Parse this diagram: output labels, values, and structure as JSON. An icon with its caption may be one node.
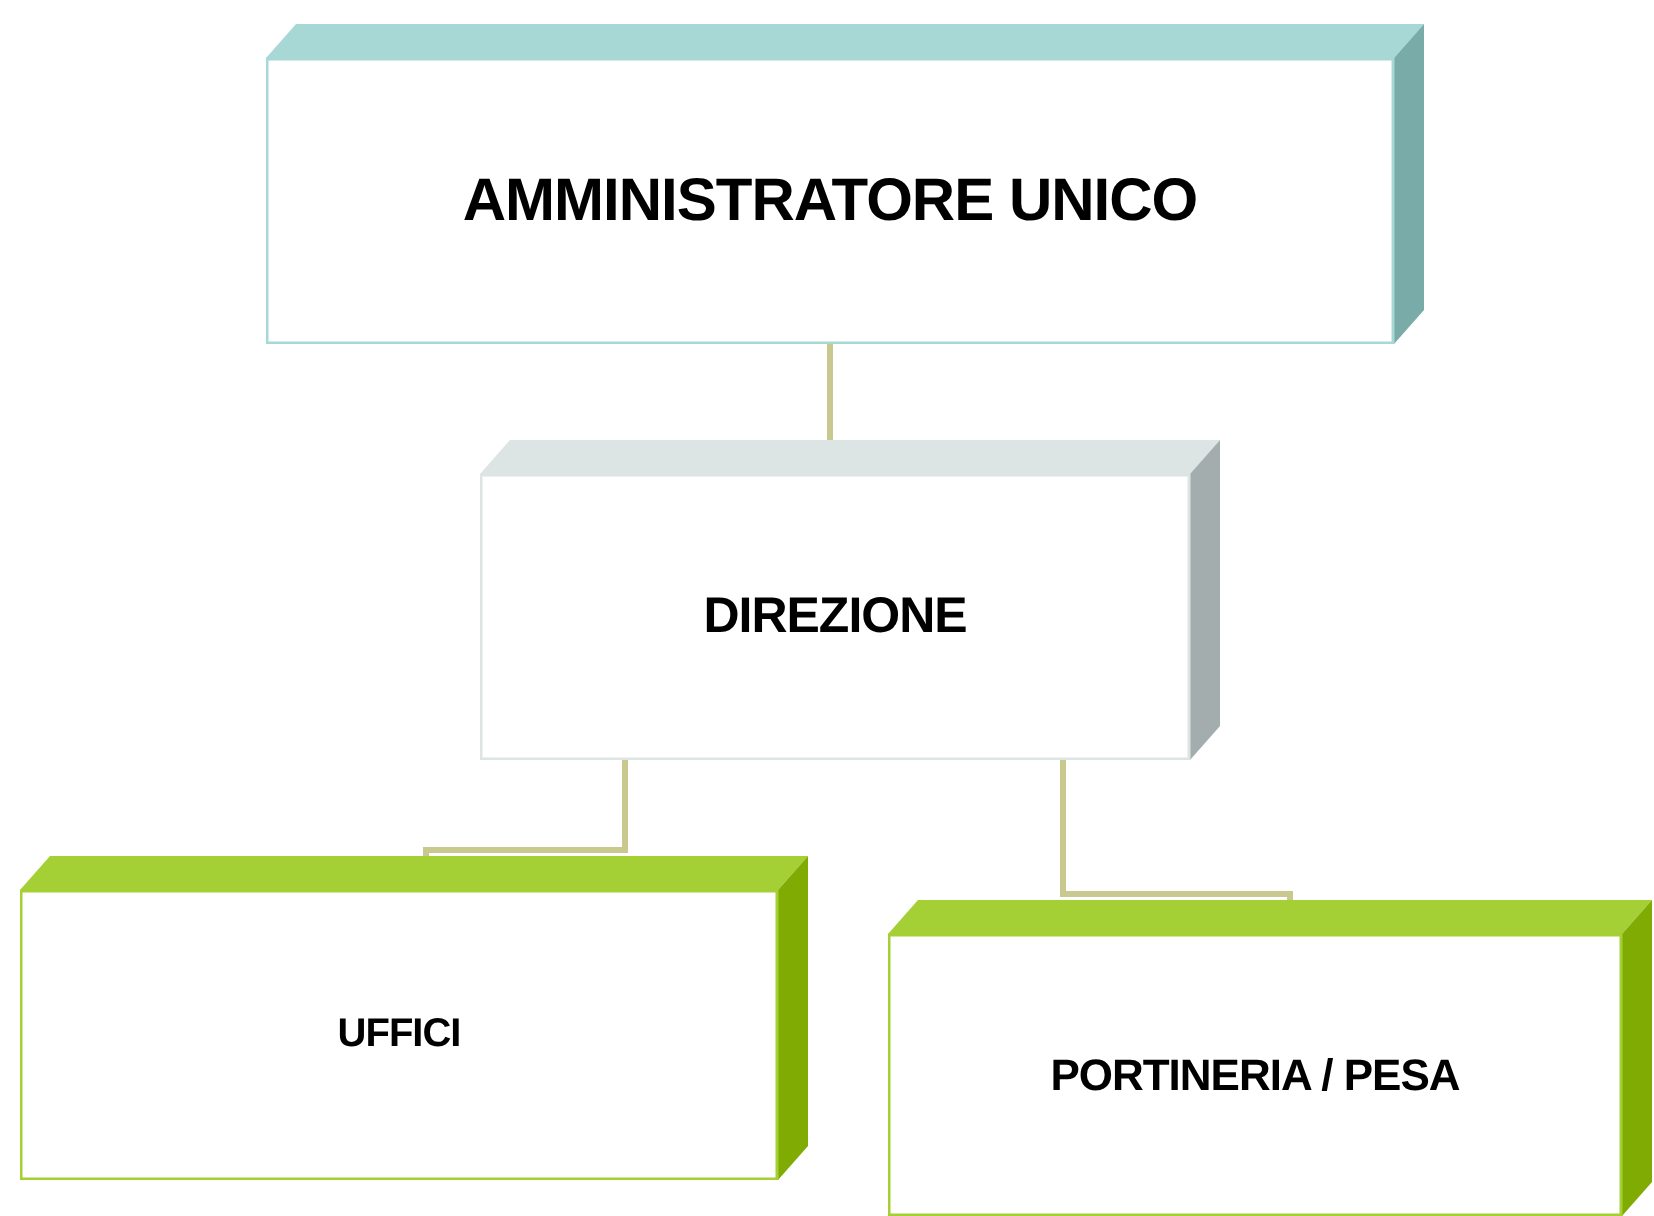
{
  "diagram": {
    "nodes": [
      {
        "text": [
          "AMMINISTRATORE UNICO"
        ]
      },
      {
        "text": [
          "DIREZIONE"
        ]
      },
      {
        "text": [
          "UFFICI"
        ]
      },
      {
        "text": [
          "PORTINERIA / PESA"
        ]
      }
    ],
    "edges": [
      {
        "from": 0,
        "to": 1,
        "arrow": "none"
      },
      {
        "from": 1,
        "to": 2,
        "arrow": "none"
      },
      {
        "from": 1,
        "to": 3,
        "arrow": "none"
      }
    ]
  }
}
